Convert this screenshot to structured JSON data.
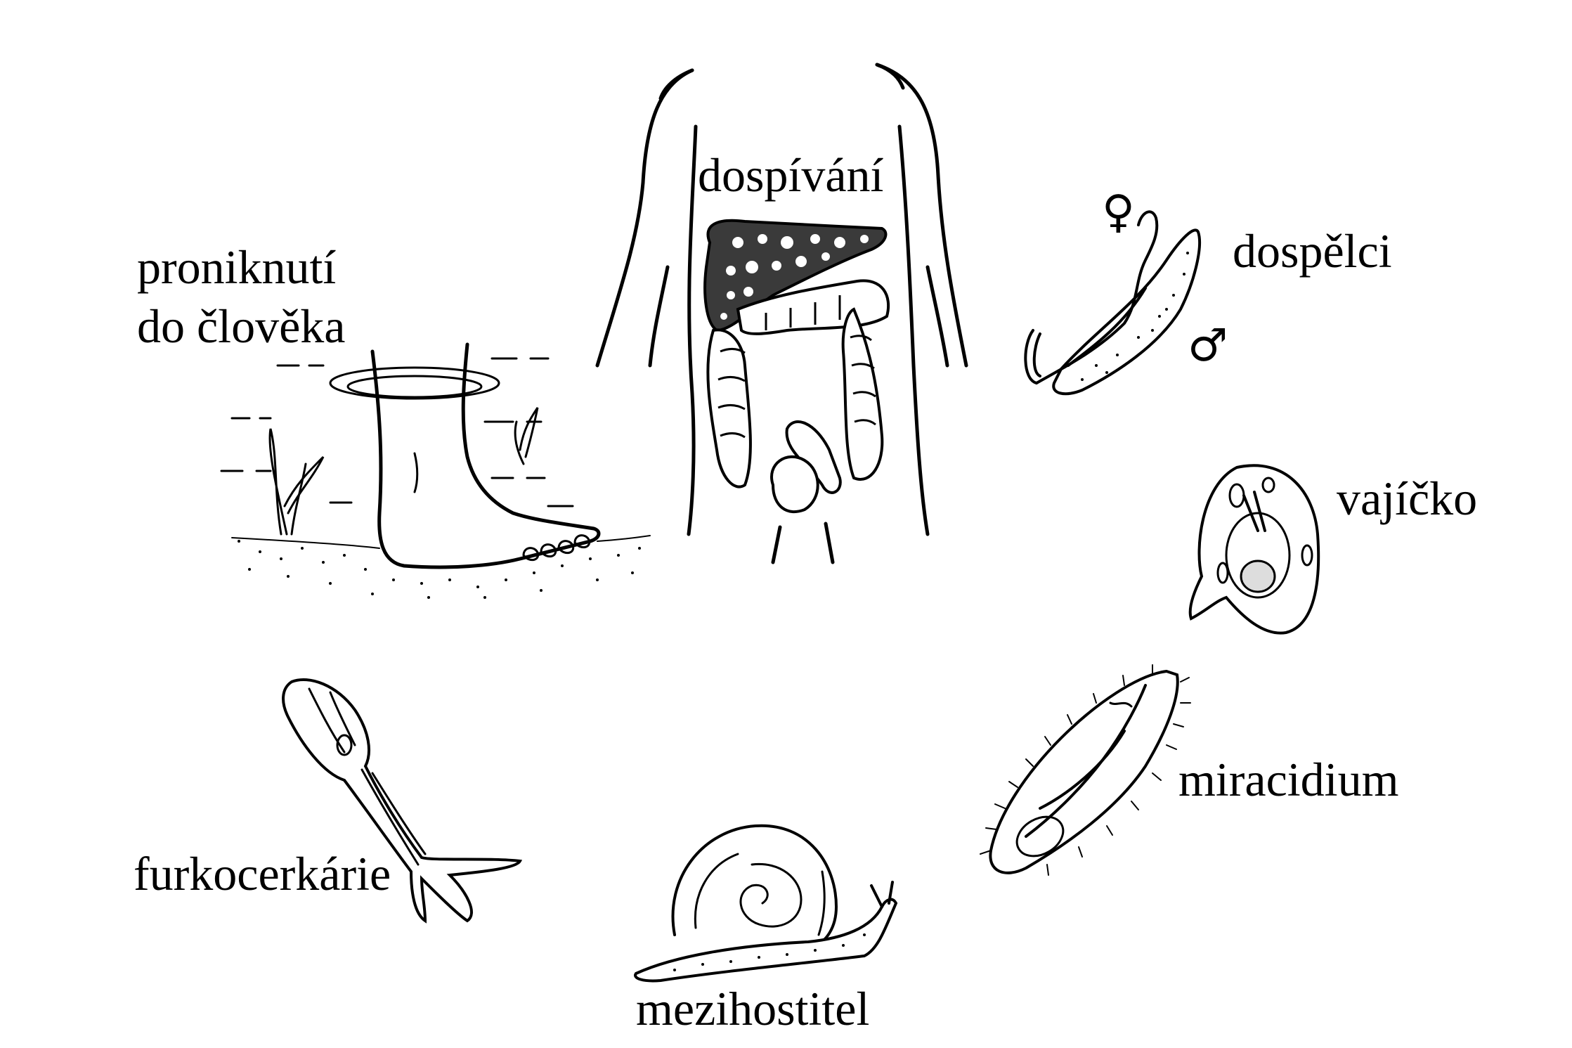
{
  "stages": {
    "maturation": "dospívání",
    "adults": "dospělci",
    "penetration_line1": "proniknutí",
    "penetration_line2": "do člověka",
    "egg": "vajíčko",
    "miracidium": "miracidium",
    "cercaria": "furkocerkárie",
    "intermediate_host": "mezihostitel"
  },
  "symbols": {
    "female": "♀",
    "male": "♂"
  },
  "icons": {
    "torso": "human-torso-with-organs-illustration",
    "adults": "schistosome-pair-illustration",
    "foot": "foot-in-water-illustration",
    "egg": "schistosome-egg-illustration",
    "miracidium": "miracidium-illustration",
    "cercaria": "furcocercaria-illustration",
    "snail": "snail-illustration"
  }
}
